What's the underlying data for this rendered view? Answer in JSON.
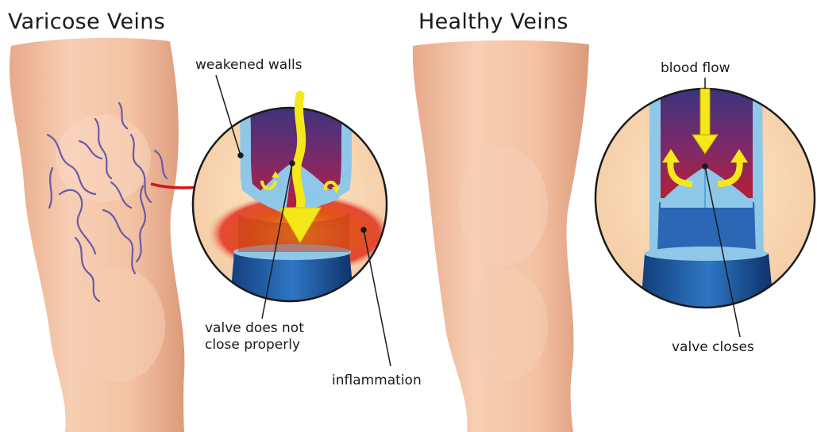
{
  "titles": {
    "left": "Varicose Veins",
    "right": "Healthy Veins"
  },
  "labels": {
    "weakened_walls": "weakened walls",
    "valve_not_close_line1": "valve does not",
    "valve_not_close_line2": "close properly",
    "inflammation": "inflammation",
    "blood_flow": "blood flow",
    "valve_closes": "valve closes"
  },
  "colors": {
    "skin": "#f3c4a6",
    "skin_shadow": "#e2a283",
    "vein_purple": "#6b5aa8",
    "vein_wall": "#8fc7e8",
    "blood_top": "#3c3f86",
    "blood_bottom": "#b02238",
    "inflammation": "#e8661c",
    "flow_arrow": "#f5e81a",
    "pointer_arrow": "#d01818"
  }
}
